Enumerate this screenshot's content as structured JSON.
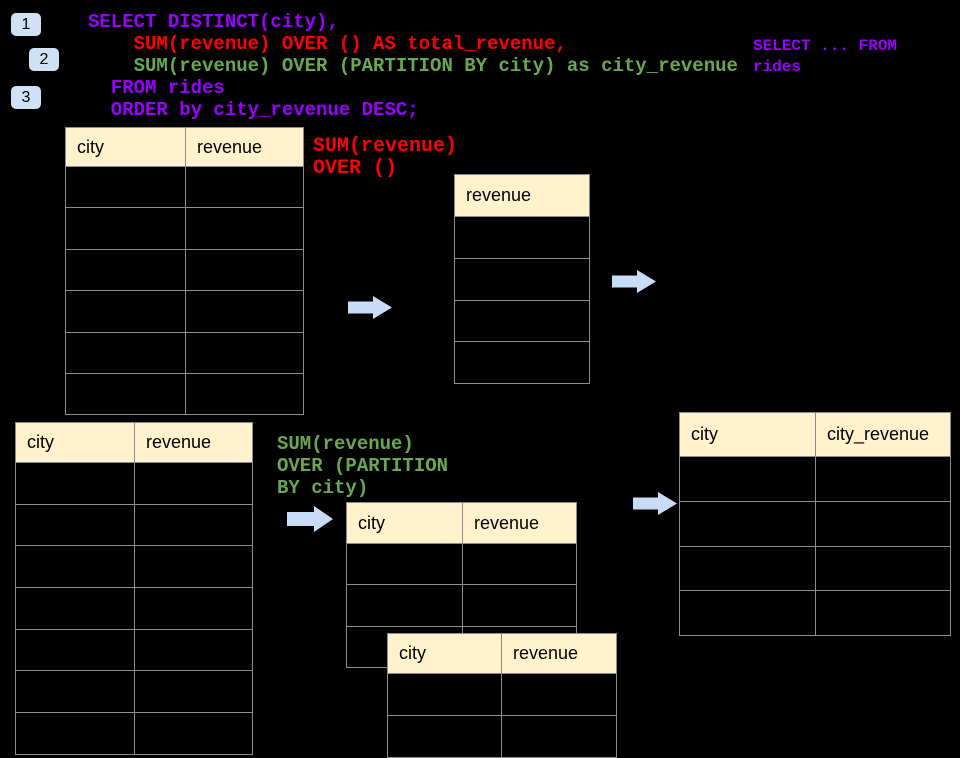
{
  "colors": {
    "background": "#000000",
    "sql_purple": "#9900ff",
    "sql_red": "#ff0000",
    "sql_green": "#6aa84f",
    "table_header_fill": "#fff2cc",
    "table_border": "#8c8c8c",
    "arrow_fill": "#c9dcf5",
    "badge_fill": "#cfe2f3"
  },
  "badges": [
    {
      "label": "1"
    },
    {
      "label": "2"
    },
    {
      "label": "3"
    }
  ],
  "sql_code": {
    "lines": [
      {
        "text": "SELECT DISTINCT(city),",
        "color": "#9900ff"
      },
      {
        "text": "    SUM(revenue) OVER () AS total_revenue,",
        "color": "#ff0000"
      },
      {
        "text": "    SUM(revenue) OVER (PARTITION BY city) as city_revenue",
        "color": "#6aa84f"
      },
      {
        "text": "  FROM rides",
        "color": "#9900ff"
      },
      {
        "text": "  ORDER by city_revenue DESC;",
        "color": "#9900ff"
      }
    ]
  },
  "side_note": {
    "lines": [
      "SELECT ... FROM",
      "rides"
    ],
    "color": "#9900ff"
  },
  "labels": {
    "total_window": {
      "lines": [
        "SUM(revenue)",
        "OVER ()"
      ],
      "color": "#ff0000"
    },
    "partition_window": {
      "lines": [
        "SUM(revenue)",
        "OVER (PARTITION",
        "BY city)"
      ],
      "color": "#6aa84f"
    }
  },
  "tables": {
    "source_top": {
      "columns": [
        "city",
        "revenue"
      ],
      "empty_rows": 6
    },
    "total_result": {
      "columns": [
        "revenue"
      ],
      "empty_rows": 4
    },
    "source_bottom": {
      "columns": [
        "city",
        "revenue"
      ],
      "empty_rows": 7
    },
    "partition_mid": {
      "columns": [
        "city",
        "revenue"
      ],
      "empty_rows": 3
    },
    "partition_overlap": {
      "columns": [
        "city",
        "revenue"
      ],
      "empty_rows": 2
    },
    "city_revenue_result": {
      "columns": [
        "city",
        "city_revenue"
      ],
      "empty_rows": 4
    }
  }
}
